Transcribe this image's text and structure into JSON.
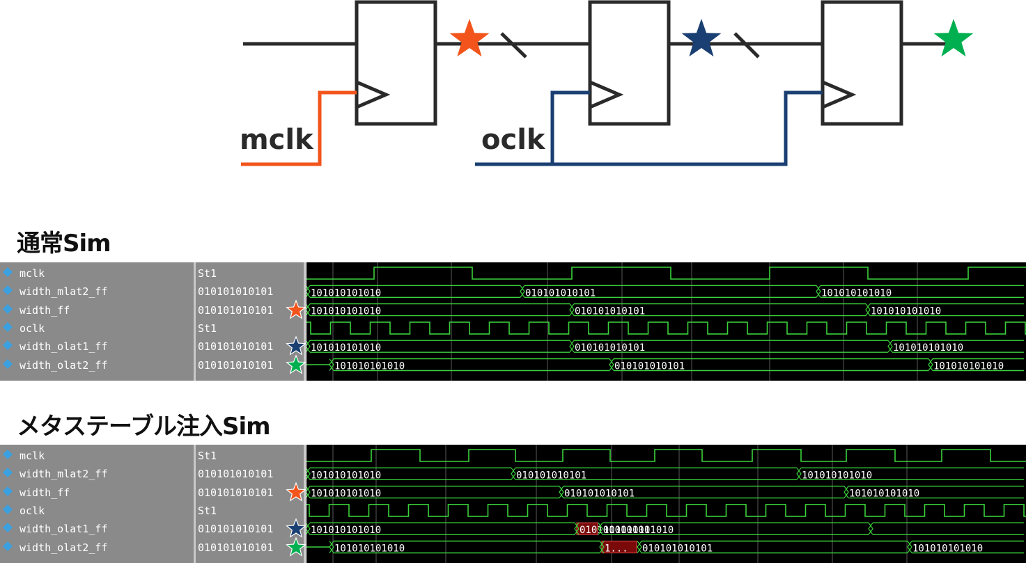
{
  "schematic": {
    "mclk_label": "mclk",
    "oclk_label": "oclk",
    "colors": {
      "mclk": "#f2541b",
      "oclk": "#1a3f72",
      "line": "#2a2a2a",
      "star_orange": "#f2541b",
      "star_blue": "#1a3f72",
      "star_green": "#00b050"
    }
  },
  "panels": [
    {
      "title": "通常Sim",
      "signals": [
        {
          "name": "width_mlat2_ff",
          "value": "010101010101"
        },
        {
          "name": "mclk",
          "value": "St1"
        },
        {
          "name": "width_ff",
          "value": "010101010101"
        },
        {
          "name": "oclk",
          "value": "St1"
        },
        {
          "name": "width_olat1_ff",
          "value": "010101010101"
        },
        {
          "name": "width_olat2_ff",
          "value": "010101010101"
        }
      ],
      "bus_labels": {
        "width_mlat2_ff": [
          "101010101010",
          "010101010101",
          "101010101010"
        ],
        "width_ff": [
          "101010101010",
          "010101010101",
          "101010101010"
        ],
        "width_olat1_ff": [
          "101010101010",
          "010101010101",
          "101010101010"
        ],
        "width_olat2_ff": [
          "101010101010",
          "010101010101",
          "101010101010"
        ]
      }
    },
    {
      "title": "メタステーブル注入Sim",
      "signals": [
        {
          "name": "mclk",
          "value": "St1"
        },
        {
          "name": "width_mlat2_ff",
          "value": "010101010101"
        },
        {
          "name": "width_ff",
          "value": "010101010101"
        },
        {
          "name": "oclk",
          "value": "St1"
        },
        {
          "name": "width_olat1_ff",
          "value": "010101010101"
        },
        {
          "name": "width_olat2_ff",
          "value": "010101010101"
        }
      ],
      "bus_labels": {
        "width_mlat2_ff": [
          "101010101010",
          "010101010101",
          "101010101010"
        ],
        "width_ff": [
          "101010101010",
          "010101010101",
          "101010101010"
        ],
        "width_olat1_ff": [
          "101010101010",
          "010101010101",
          "101010101010"
        ],
        "width_olat2_ff": [
          "101010101010",
          "1...",
          "010101010101",
          "101010101010"
        ]
      }
    }
  ],
  "colors": {
    "wave": "#3ad13a",
    "wave_bg": "#000000",
    "grid": "#5a5a5a",
    "meta": "#7a0a0a",
    "meta_border": "#d04040",
    "diamond": "#3aa0e0"
  }
}
